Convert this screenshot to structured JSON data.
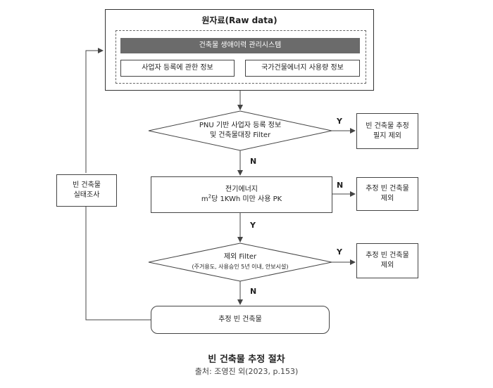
{
  "raw_data": {
    "title": "원자료(Raw data)",
    "system": "건축물 생애이력 관리시스템",
    "source_left": "사업자 등록에 관한 정보",
    "source_right": "국가건물에너지 사용량 정보"
  },
  "decision1": {
    "line1": "PNU 기반 사업자 등록 정보",
    "line2": "및 건축물대장 Filter"
  },
  "exclude1": {
    "line1": "빈 건축물 추정",
    "line2": "필지 제외"
  },
  "process2": {
    "line1": "전기에너지",
    "line2_base": "m",
    "line2_sup": "2",
    "line2_rest": "당 1KWh 미만 사용 PK"
  },
  "exclude2": {
    "line1": "추정 빈 건축물",
    "line2": "제외"
  },
  "decision3": {
    "line1": "제외 Filter",
    "line2": "(주거용도, 사용승인 5년 이내, 안보시설)"
  },
  "exclude3": {
    "line1": "추정 빈 건축물",
    "line2": "제외"
  },
  "result": {
    "label": "추정 빈 건축물"
  },
  "survey": {
    "line1": "빈 건축물",
    "line2": "실태조사"
  },
  "labels": {
    "y": "Y",
    "n": "N"
  },
  "caption": {
    "title": "빈 건축물 추정 절차",
    "source": "출처: 조영진 외(2023, p.153)"
  }
}
